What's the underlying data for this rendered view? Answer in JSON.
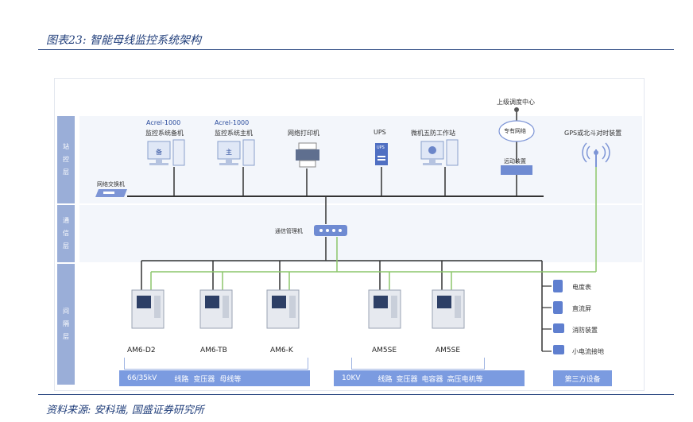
{
  "figure": {
    "title": "图表23:  智能母线监控系统架构",
    "source": "资料来源:  安科瑞,  国盛证券研究所"
  },
  "layers": {
    "station": [
      "站",
      "控",
      "层"
    ],
    "comm": [
      "通",
      "信",
      "层"
    ],
    "bay": [
      "间",
      "隔",
      "层"
    ]
  },
  "station_devices": {
    "switch": "网络交换机",
    "backup_brand": "Acrel-1000",
    "backup_name": "监控系统备机",
    "backup_icon": "备",
    "main_brand": "Acrel-1000",
    "main_name": "监控系统主机",
    "main_icon": "主",
    "printer": "网络打印机",
    "ups": "UPS",
    "ups_icon": "UPS",
    "five_proof": "微机五防工作站",
    "dispatch": "上级调度中心",
    "private_net": "专有网络",
    "telecontrol": "远动装置",
    "gps": "GPS或北斗对时装置"
  },
  "comm_devices": {
    "manager": "通信管理机"
  },
  "bay_devices": {
    "relays": [
      "AM6-D2",
      "AM6-TB",
      "AM6-K",
      "AM5SE",
      "AM5SE"
    ],
    "third_party": [
      "电度表",
      "直流屏",
      "消防装置",
      "小电流接地"
    ]
  },
  "bars": {
    "left_voltage": "66/35kV",
    "left_desc": [
      "线路",
      "变压器",
      "母线等"
    ],
    "right_voltage": "10KV",
    "right_desc": [
      "线路",
      "变压器",
      "电容器",
      "高压电机等"
    ],
    "third": "第三方设备"
  },
  "colors": {
    "bus_black": "#333333",
    "bus_green": "#8cc66b",
    "layer_label": "#9aaed8",
    "bar_blue": "#7b9be0",
    "title_blue": "#1f3d7a"
  }
}
